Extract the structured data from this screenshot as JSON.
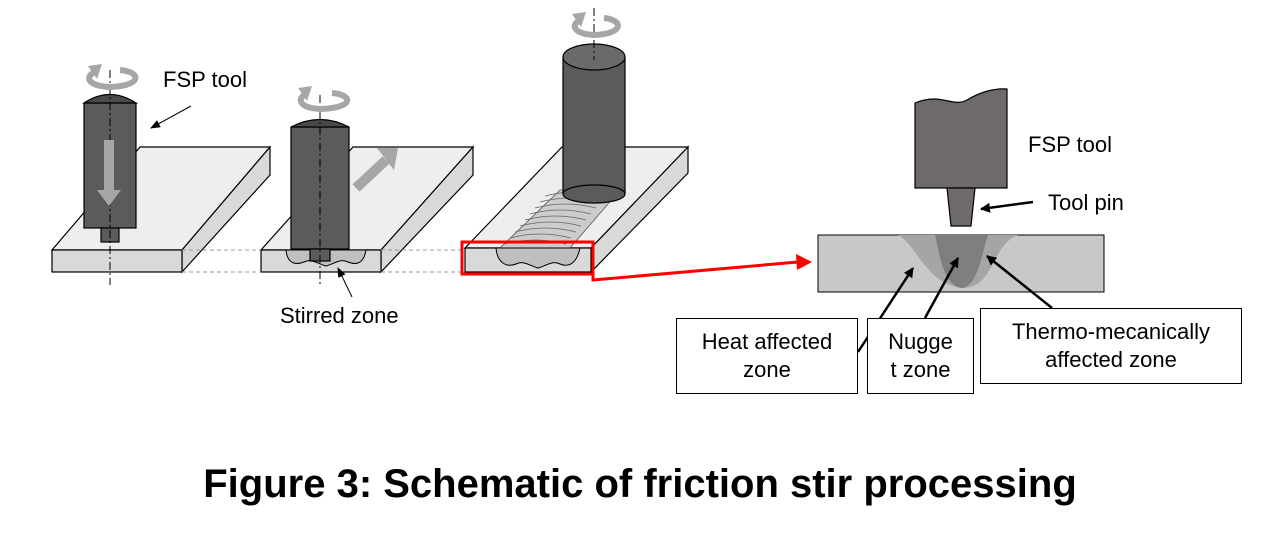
{
  "labels": {
    "fsp_tool_left": "FSP tool",
    "stirred_zone": "Stirred zone",
    "fsp_tool_right": "FSP tool",
    "tool_pin": "Tool pin"
  },
  "zones": {
    "heat_affected": "Heat affected\nzone",
    "nugget": "Nugge\nt zone",
    "thermo_mechanical": "Thermo-mecanically\naffected  zone"
  },
  "caption": "Figure 3: Schematic of friction stir processing",
  "colors": {
    "tool": "#5b5b5b",
    "plate_top": "#eeeeee",
    "plate_front": "#d9d9d9",
    "arrow_grey": "#a6a6a6",
    "highlight_red": "#ff0000",
    "haz": "#c8c8c8",
    "tmaz": "#a5a5a5",
    "nugget": "#7f7f7f",
    "right_tool": "#6f6a6a"
  }
}
